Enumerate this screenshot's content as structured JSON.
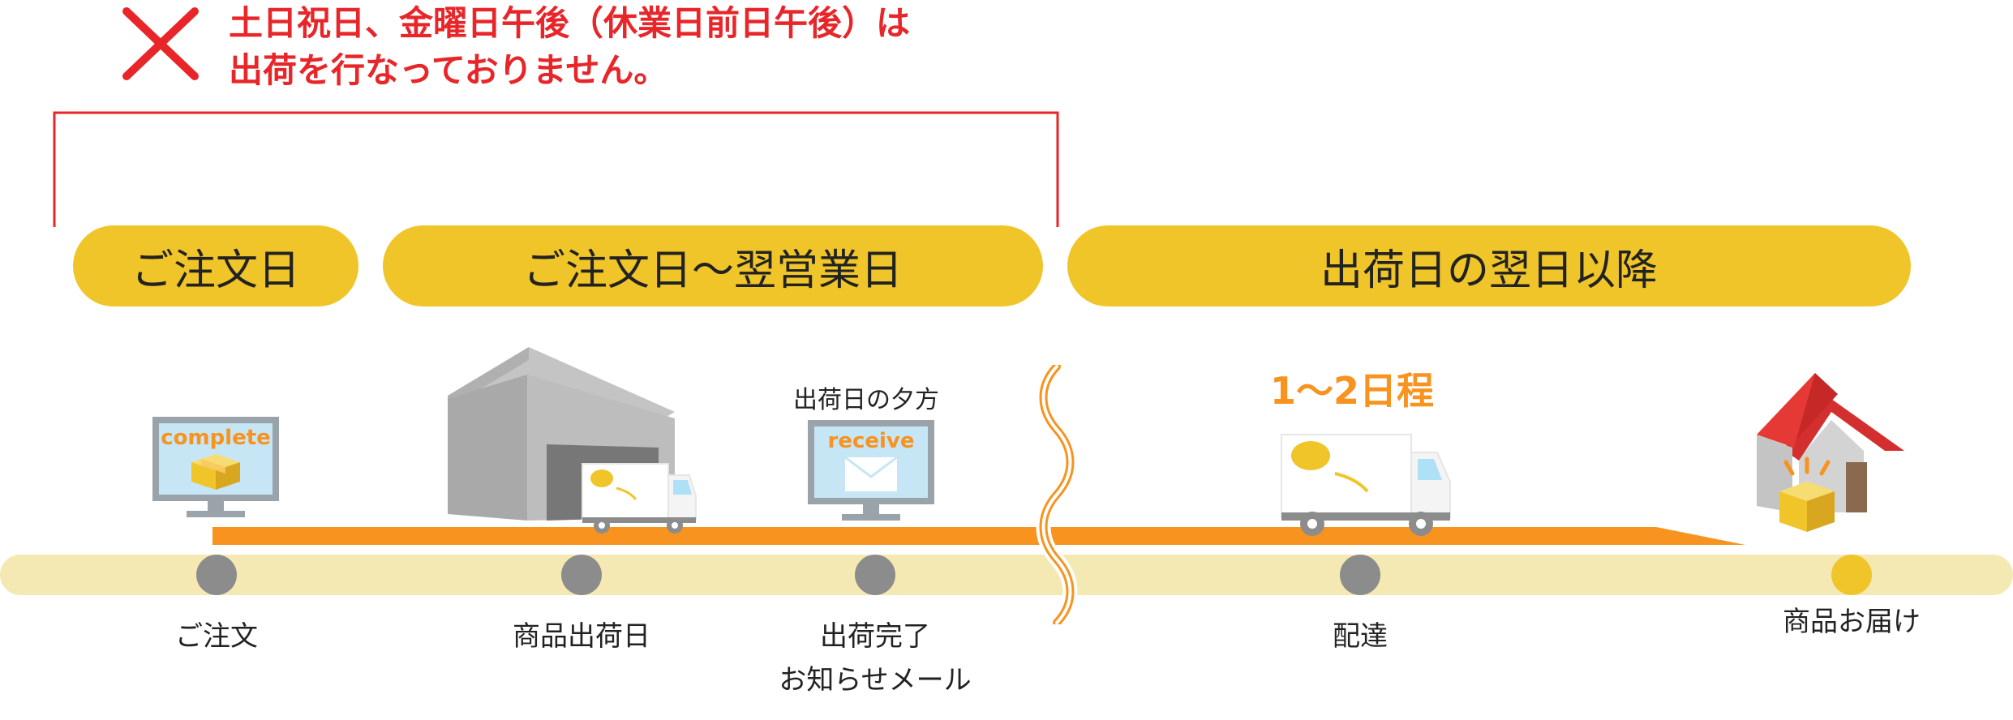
{
  "notice": {
    "line1": "土日祝日、金曜日午後（休業日前日午後）は",
    "line2": "出荷を行なっておりません。"
  },
  "phases": [
    {
      "label": "ご注文日"
    },
    {
      "label": "ご注文日〜翌営業日"
    },
    {
      "label": "出荷日の翌日以降"
    }
  ],
  "annotations": {
    "evening": "出荷日の夕方",
    "duration": "1〜2日程"
  },
  "screens": {
    "order_screen": "complete",
    "mail_screen": "receive"
  },
  "steps": [
    {
      "label": "ご注文"
    },
    {
      "label": "商品出荷日"
    },
    {
      "label": "出荷完了",
      "sub": "お知らせメール"
    },
    {
      "label": "配達"
    },
    {
      "label": "商品お届け"
    }
  ],
  "colors": {
    "notice_red": "#e8262a",
    "pill_yellow": "#f0c52a",
    "timeline_cream": "#f5e9b3",
    "progress_orange": "#f7931e",
    "step_gray": "#8c8c8c",
    "final_step": "#f0c52a"
  }
}
